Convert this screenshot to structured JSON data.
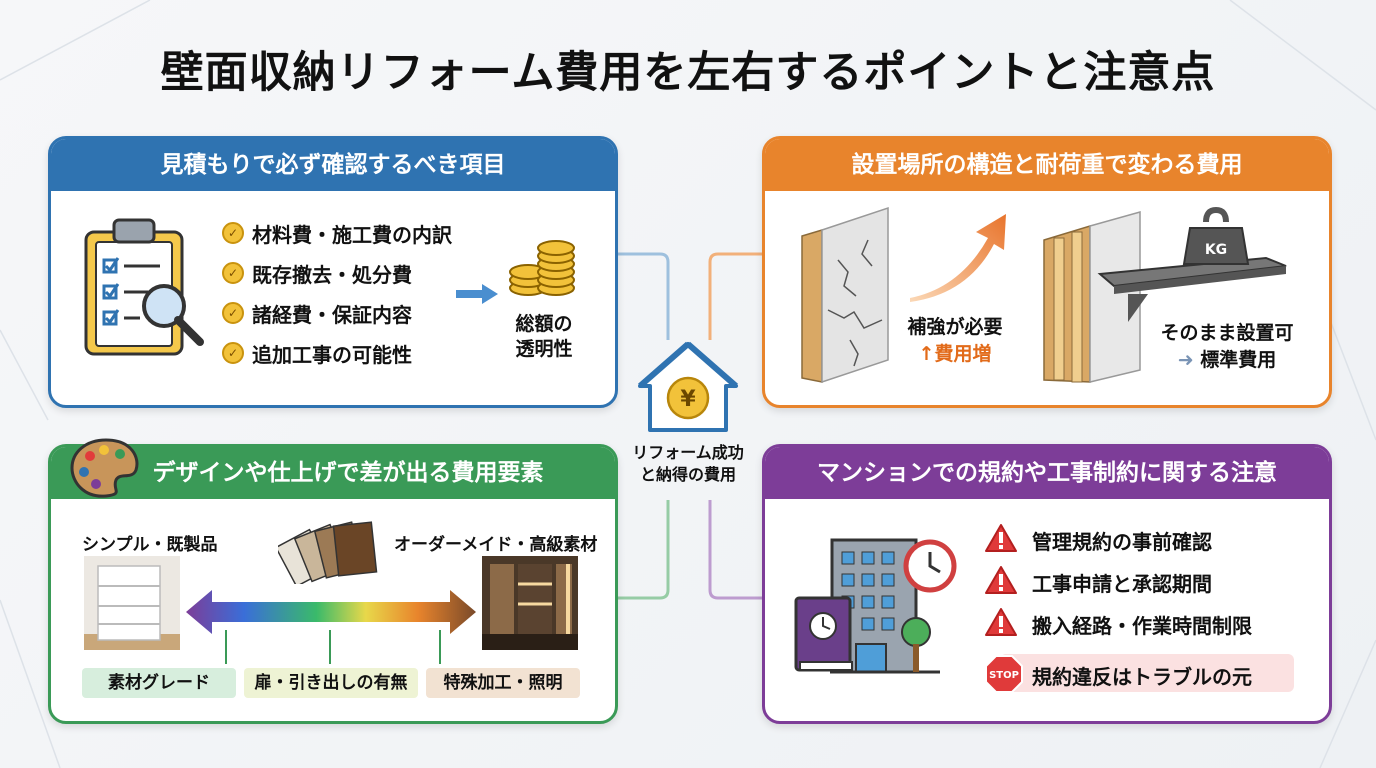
{
  "title": "壁面収納リフォーム費用を左右するポイントと注意点",
  "center": {
    "line1": "リフォーム成功",
    "line2": "と納得の費用"
  },
  "panel_estimate": {
    "header": "見積もりで必ず確認するべき項目",
    "items": [
      "材料費・施工費の内訳",
      "既存撤去・処分費",
      "諸経費・保証内容",
      "追加工事の可能性"
    ],
    "result_line1": "総額の",
    "result_line2": "透明性"
  },
  "panel_structure": {
    "header": "設置場所の構造と耐荷重で変わる費用",
    "weak_line1": "補強が必要",
    "weak_line2": "費用増",
    "weak_arrow": "↑",
    "strong_line1": "そのまま設置可",
    "strong_line2": "標準費用",
    "strong_arrow": "➜",
    "weight_label": "KG"
  },
  "panel_design": {
    "header": "デザインや仕上げで差が出る費用要素",
    "left_label": "シンプル・既製品",
    "right_label": "オーダーメイド・高級素材",
    "tags": [
      "素材グレード",
      "扉・引き出しの有無",
      "特殊加工・照明"
    ]
  },
  "panel_mansion": {
    "header": "マンションでの規約や工事制約に関する注意",
    "items": [
      "管理規約の事前確認",
      "工事申請と承認期間",
      "搬入経路・作業時間制限"
    ],
    "stop_text": "規約違反はトラブルの元",
    "stop_sign": "STOP"
  },
  "colors": {
    "blue": "#2f73b1",
    "orange": "#e8842c",
    "green": "#3a9a57",
    "purple": "#7d3d98"
  },
  "icons": [
    "clipboard-icon",
    "magnifier-icon",
    "coins-icon",
    "house-yen-icon",
    "palette-icon",
    "wood-samples-icon",
    "kettlebell-icon",
    "building-icon",
    "clock-icon",
    "book-icon",
    "tree-icon",
    "warning-icon",
    "stop-sign-icon"
  ]
}
